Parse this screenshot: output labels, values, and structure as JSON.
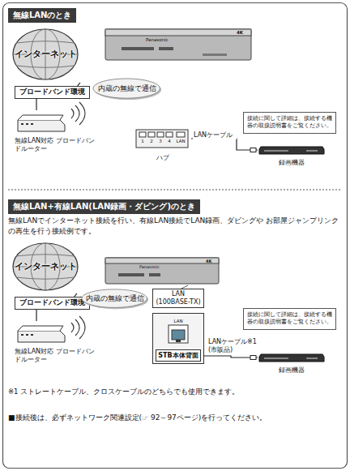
{
  "diagram": {
    "nodes": [
      {
        "text": [
          "無線LANのとき"
        ]
      },
      {
        "text": [
          "インターネット"
        ]
      },
      {
        "text": [
          "ブロードバンド環境"
        ]
      },
      {
        "text": [
          "内蔵の無線で通信"
        ]
      },
      {
        "text": [
          "無線LAN対応 ブロードバンドルーター"
        ]
      },
      {
        "text": [
          "ハブ"
        ]
      },
      {
        "text": [
          "接続に関して詳細は、接続する機器の取扱説明書をご覧ください。"
        ]
      },
      {
        "text": [
          "録画機器"
        ]
      },
      {
        "text": [
          "無線LAN+有線LAN(LAN録画・ダビング)のとき"
        ]
      },
      {
        "text": [
          "インターネット"
        ]
      },
      {
        "text": [
          "ブロードバンド環境"
        ]
      },
      {
        "text": [
          "内蔵の無線で通信"
        ]
      },
      {
        "text": [
          "LAN (100BASE-TX)"
        ]
      },
      {
        "text": [
          "STB本体背面"
        ]
      },
      {
        "text": [
          "接続に関して詳細は、接続する機器の取扱説明書をご覧ください。"
        ]
      },
      {
        "text": [
          "録画機器"
        ]
      },
      {
        "text": [
          "無線LAN対応 ブロードバンドルーター"
        ]
      }
    ],
    "edges": [
      {
        "from": 5,
        "to": 7,
        "label": "LANケーブル",
        "arrow": "none"
      },
      {
        "from": 2,
        "to": 4,
        "arrow": "none"
      },
      {
        "from": 13,
        "to": 15,
        "label": "LANケーブル※1 (市販品)",
        "arrow": "none"
      },
      {
        "from": 10,
        "to": 16,
        "arrow": "none"
      }
    ],
    "labels": [
      "Panasonic",
      "4K",
      "1",
      "2",
      "3",
      "4",
      "LAN",
      "無線LANでインターネット接続を行い、有線LAN接続でLAN録画、ダビングや お部屋ジャンプリンクの再生を行う接続例です。",
      "Panasonic",
      "4K",
      "LAN",
      "※1 ストレートケーブル、クロスケーブルのどちらでも使用できます。",
      "■接続後は、必ずネットワーク関連設定(☞ 92～97ページ)を行ってください。"
    ]
  }
}
